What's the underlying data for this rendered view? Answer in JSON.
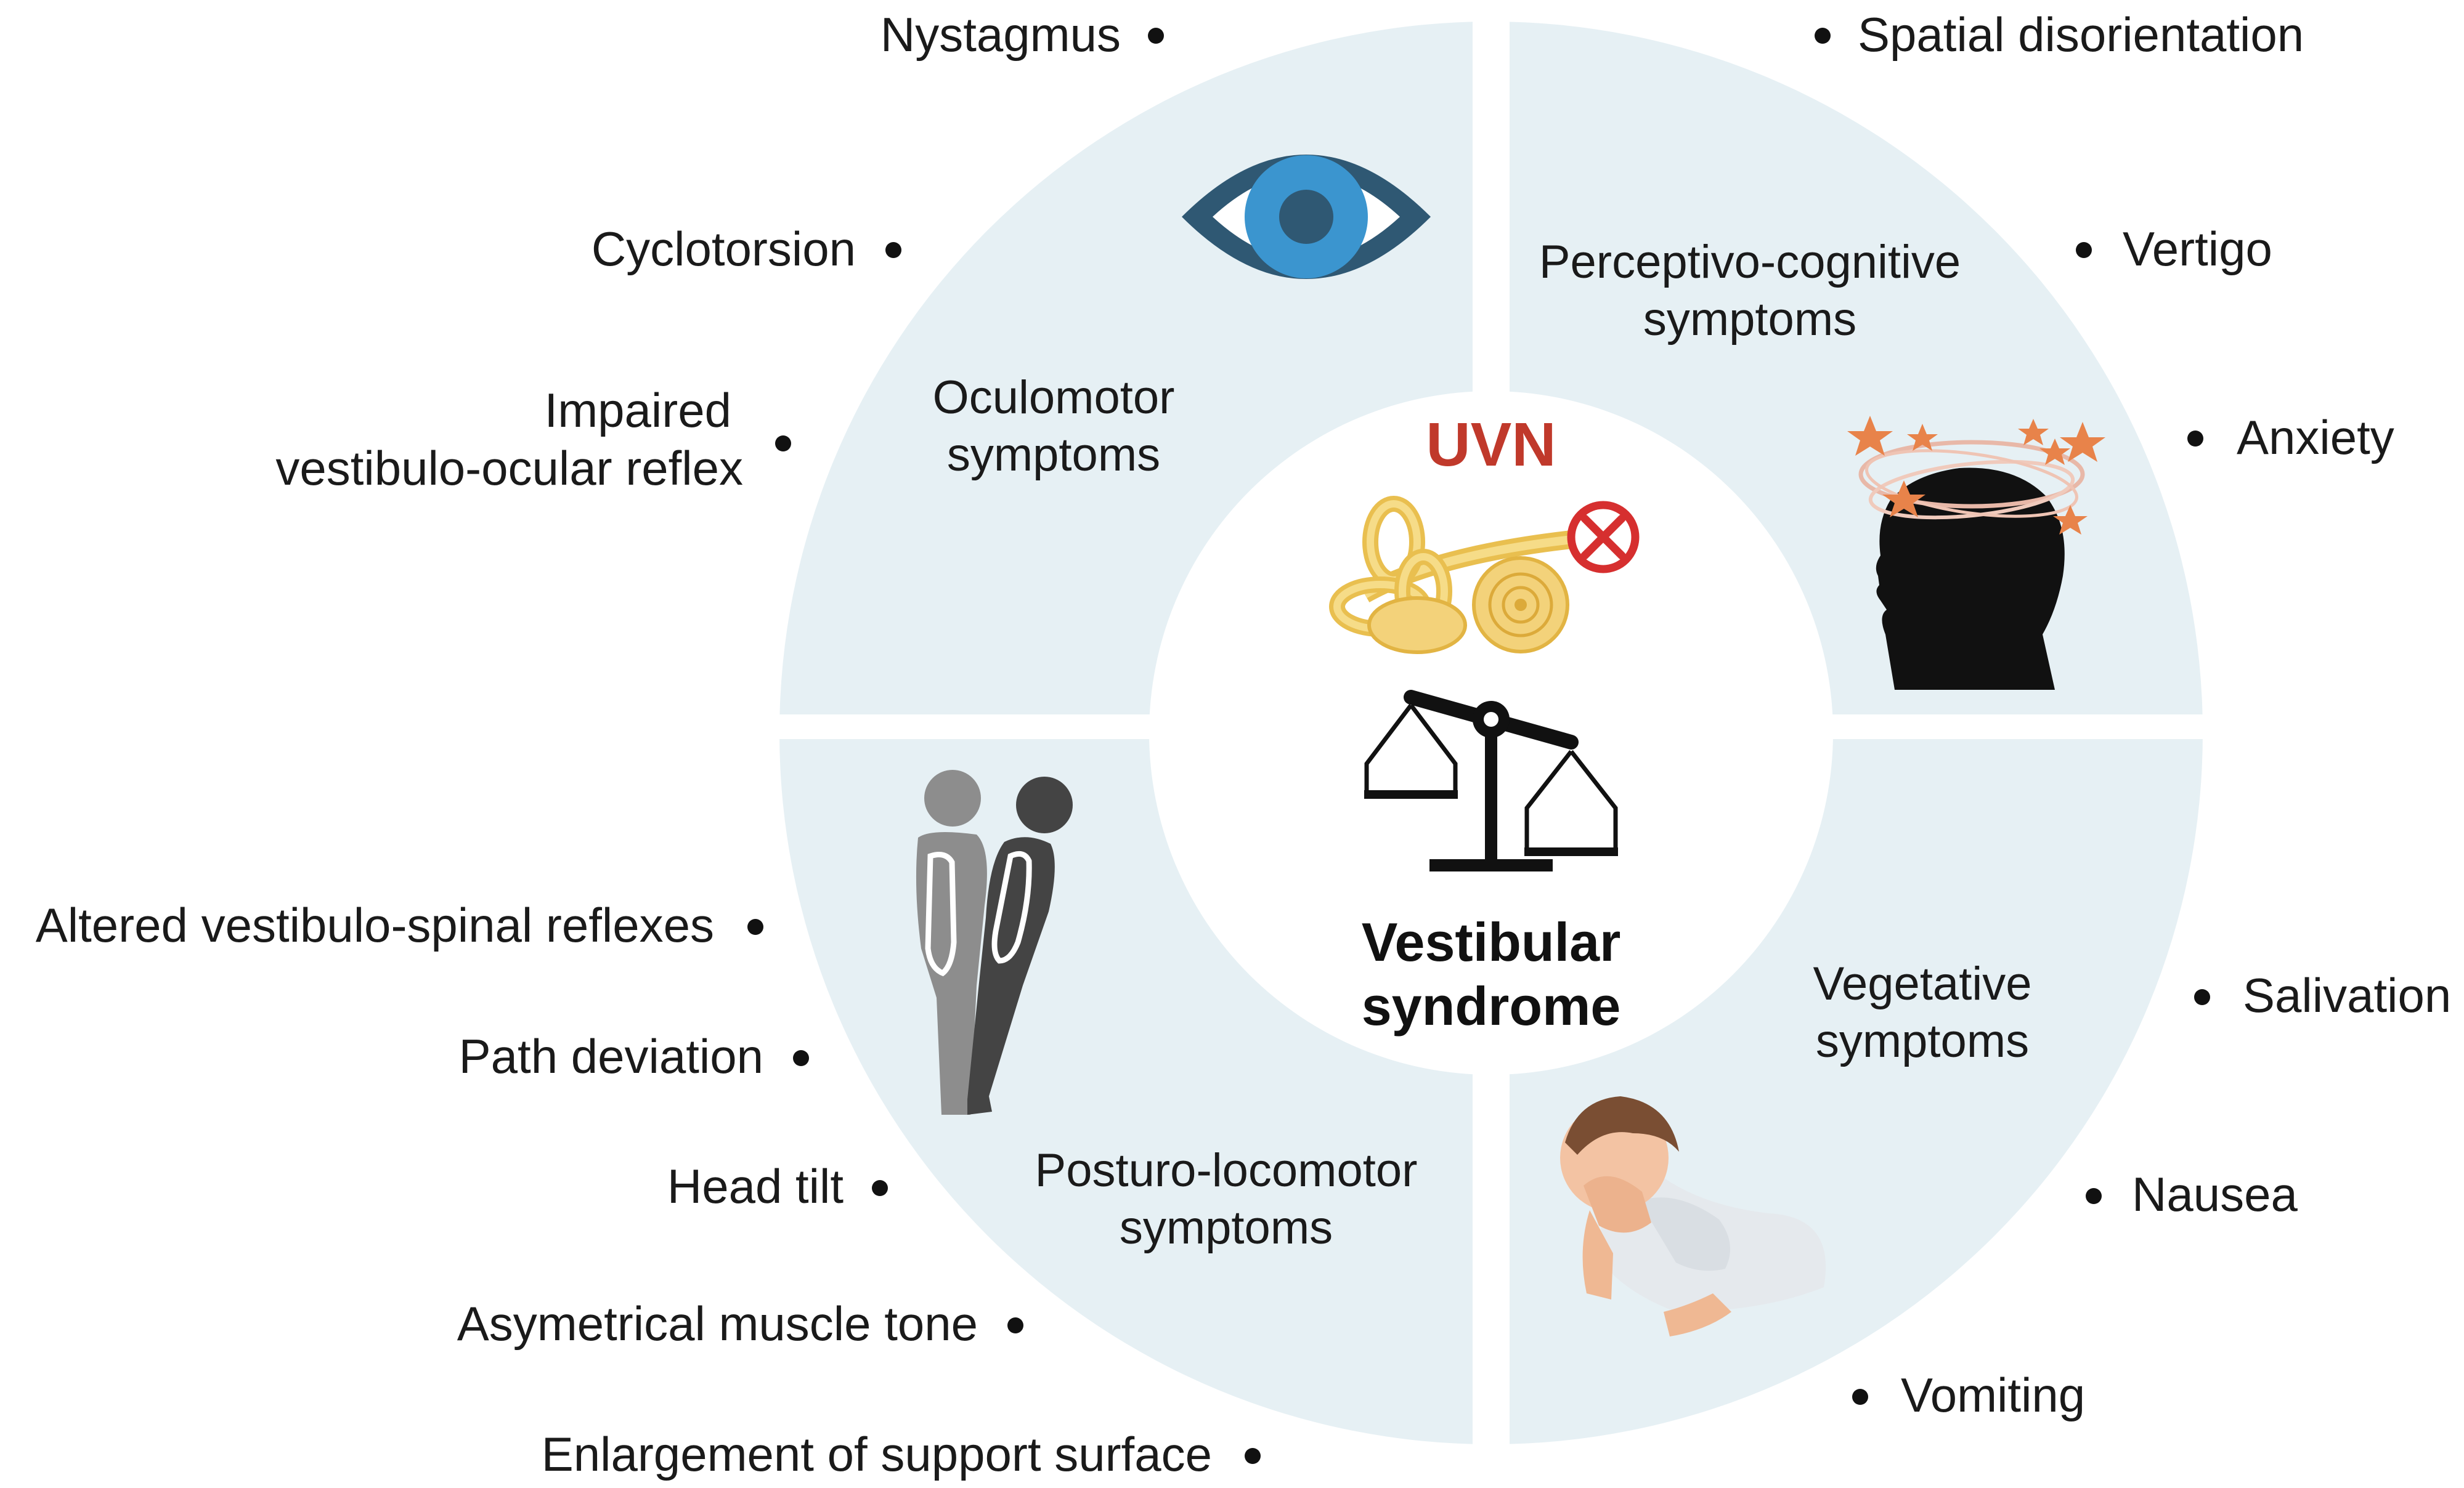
{
  "center": {
    "top_label": "UVN",
    "bottom_line1": "Vestibular",
    "bottom_line2": "syndrome"
  },
  "quadrants": {
    "oculomotor": {
      "title_line1": "Oculomotor",
      "title_line2": "symptoms",
      "items": [
        "Nystagmus",
        "Cyclotorsion",
        "Impaired",
        "vestibulo-ocular reflex"
      ]
    },
    "perceptivo": {
      "title_line1": "Perceptivo-cognitive",
      "title_line2": "symptoms",
      "items": [
        "Spatial disorientation",
        "Vertigo",
        "Anxiety"
      ]
    },
    "posturo": {
      "title_line1": "Posturo-locomotor",
      "title_line2": "symptoms",
      "items": [
        "Altered vestibulo-spinal reflexes",
        "Path deviation",
        "Head tilt",
        "Asymetrical muscle tone",
        "Enlargement of support surface"
      ]
    },
    "vegetative": {
      "title_line1": "Vegetative",
      "title_line2": "symptoms",
      "items": [
        "Salivation",
        "Nausea",
        "Vomiting"
      ]
    }
  },
  "icons": [
    "eye-icon",
    "dizzy-head-icon",
    "inner-ear-icon",
    "blocked-nerve-icon",
    "balance-scale-icon",
    "tilted-figures-icon",
    "nauseous-person-icon"
  ],
  "colors": {
    "ring": "#e6f0f4",
    "uvn": "#c0392b",
    "eye_outer": "#2f5873",
    "eye_iris": "#3b95cf",
    "ear": "#f3d27a",
    "stars": "#e8834a"
  }
}
